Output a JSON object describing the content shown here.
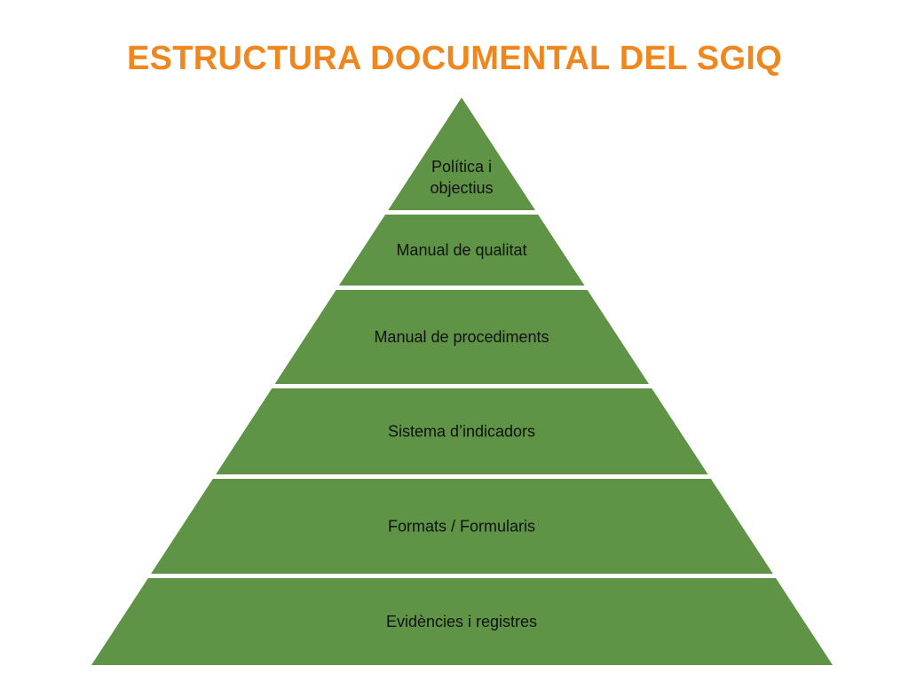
{
  "title": "ESTRUCTURA DOCUMENTAL DEL SGIQ",
  "colors": {
    "title": "#f0861e",
    "level_fill": "#5f9446",
    "separator": "#ffffff"
  },
  "levels": [
    {
      "label_lines": [
        "Política i",
        "objectius"
      ]
    },
    {
      "label_lines": [
        "Manual de qualitat"
      ]
    },
    {
      "label_lines": [
        "Manual de procediments"
      ]
    },
    {
      "label_lines": [
        "Sistema d’indicadors"
      ]
    },
    {
      "label_lines": [
        "Formats / Formularis"
      ]
    },
    {
      "label_lines": [
        "Evidències i registres"
      ]
    }
  ]
}
